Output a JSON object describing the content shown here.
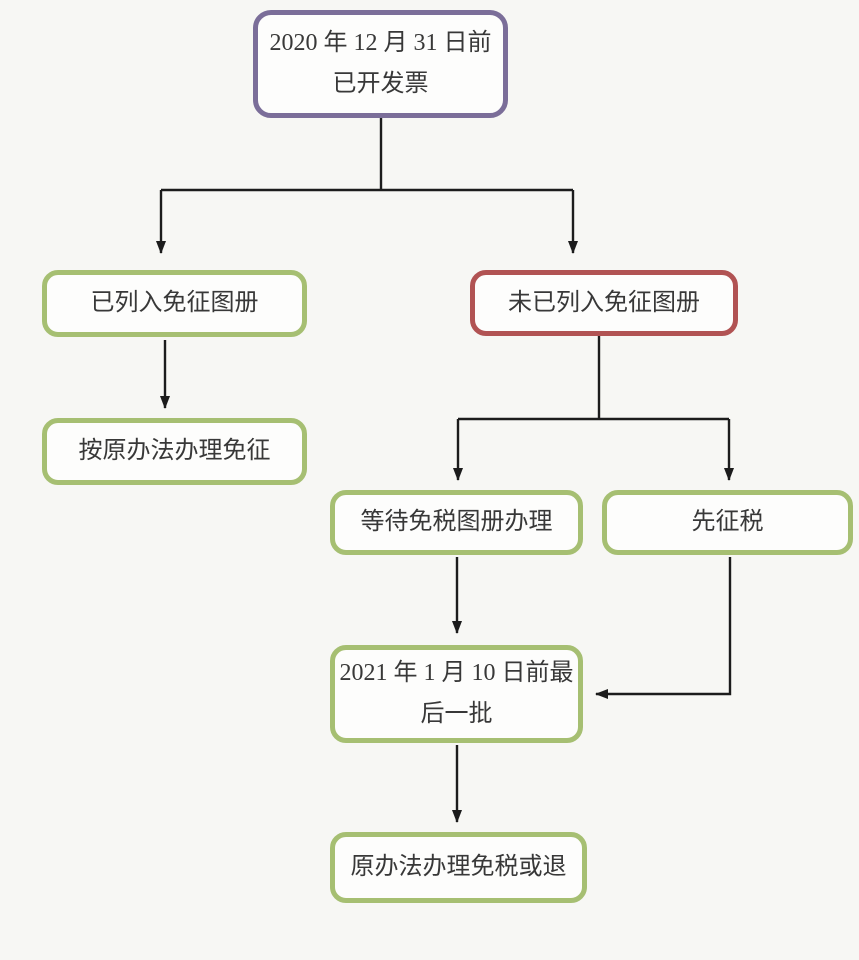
{
  "colors": {
    "bg": "#f7f7f4",
    "box-fill": "#fdfdfc",
    "purple": "#7b6e99",
    "green": "#a6bf72",
    "red": "#b15353",
    "arrow": "#1c1c1c",
    "text": "#383838"
  },
  "diagram": {
    "type": "flowchart",
    "nodes": [
      {
        "id": "invoiced",
        "text": "2020 年 12 月 31 日前\n已开发票",
        "border_color_name": "purple"
      },
      {
        "id": "listed",
        "text": "已列入免征图册",
        "border_color_name": "green"
      },
      {
        "id": "not_listed",
        "text": "未已列入免征图册",
        "border_color_name": "red"
      },
      {
        "id": "original_exempt",
        "text": "按原办法办理免征",
        "border_color_name": "green"
      },
      {
        "id": "wait_booklet",
        "text": "等待免税图册办理",
        "border_color_name": "green"
      },
      {
        "id": "tax_first",
        "text": "先征税",
        "border_color_name": "green"
      },
      {
        "id": "last_batch",
        "text": "2021 年 1 月 10 日前最\n后一批",
        "border_color_name": "green"
      },
      {
        "id": "exempt_or_refund",
        "text": "原办法办理免税或退",
        "border_color_name": "green"
      }
    ],
    "edges": [
      {
        "from": "invoiced",
        "to": "listed"
      },
      {
        "from": "invoiced",
        "to": "not_listed"
      },
      {
        "from": "listed",
        "to": "original_exempt"
      },
      {
        "from": "not_listed",
        "to": "wait_booklet"
      },
      {
        "from": "not_listed",
        "to": "tax_first"
      },
      {
        "from": "wait_booklet",
        "to": "last_batch"
      },
      {
        "from": "tax_first",
        "to": "last_batch"
      },
      {
        "from": "last_batch",
        "to": "exempt_or_refund"
      }
    ]
  }
}
